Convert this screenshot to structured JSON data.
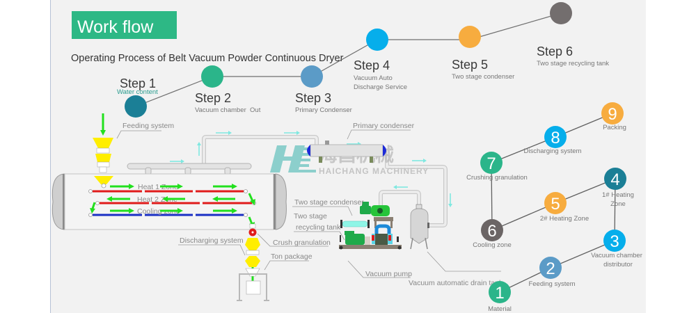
{
  "header": {
    "title": "Work flow",
    "subtitle": "Operating Process of Belt Vacuum Powder Continuous Dryer"
  },
  "steps": [
    {
      "label": "Step 1",
      "note": "Water content",
      "desc": [
        "Feeding system"
      ],
      "color": "#1b7f96"
    },
    {
      "label": "Step 2",
      "desc": [
        "Vacuum chamber  Out"
      ],
      "color": "#2bb58a"
    },
    {
      "label": "Step 3",
      "desc": [
        "Primary Condenser"
      ],
      "color": "#5b9bc7"
    },
    {
      "label": "Step 4",
      "desc": [
        "Vacuum Auto",
        "Discharge Service"
      ],
      "color": "#06aeeb"
    },
    {
      "label": "Step 5",
      "desc": [
        "Two stage condenser"
      ],
      "color": "#f7ac3f"
    },
    {
      "label": "Step 6",
      "desc": [
        "Two stage recycling tank"
      ],
      "color": "#736e6e"
    }
  ],
  "equipment_labels": {
    "feeding_system": "Feeding system",
    "primary_condenser": "Primary condenser",
    "heat_1_zone": "Heat 1 Zone",
    "heat_2_zone": "Heat 2 Zone",
    "cooling_zone": "Cooling zone",
    "two_stage_condenser": "Two stage condenser",
    "two_stage": "Two stage",
    "recycling_tank": "recycling tank",
    "discharging_system": "Discharging system",
    "crush_granulation": "Crush granulation",
    "ton_package": "Ton package",
    "vacuum_pump": "Vacuum pump",
    "vacuum_drain_tank": "Vacuum automatic drain tank"
  },
  "watermark": {
    "cn": "海昌机械",
    "en": "HAICHANG MACHINERY"
  },
  "process_nodes": [
    {
      "num": "1",
      "label": [
        "Material"
      ],
      "color": "#2bb58a"
    },
    {
      "num": "2",
      "label": [
        "Feeding system"
      ],
      "color": "#5b9bc7"
    },
    {
      "num": "3",
      "label": [
        "Vacuum chamber",
        "distributor"
      ],
      "color": "#06aeeb"
    },
    {
      "num": "4",
      "label": [
        "1# Heating",
        "Zone"
      ],
      "color": "#1b7f96"
    },
    {
      "num": "5",
      "label": [
        "2# Heating Zone"
      ],
      "color": "#f7ac3f"
    },
    {
      "num": "6",
      "label": [
        "Cooling zone"
      ],
      "color": "#6b6565"
    },
    {
      "num": "7",
      "label": [
        "Crushing granulation"
      ],
      "color": "#2bb58a"
    },
    {
      "num": "8",
      "label": [
        "Discharging system"
      ],
      "color": "#06aeeb"
    },
    {
      "num": "9",
      "label": [
        "Packing"
      ],
      "color": "#f7ac3f"
    }
  ],
  "colors": {
    "title_bg": "#2db885",
    "panel_bg": "#f2f2f2",
    "hot_belt": "#e01b1b",
    "cool_belt": "#1a2fc4",
    "material_flow": "#22e01e",
    "vapor_flow": "#7fe8e0",
    "hopper": "#ffee00"
  }
}
